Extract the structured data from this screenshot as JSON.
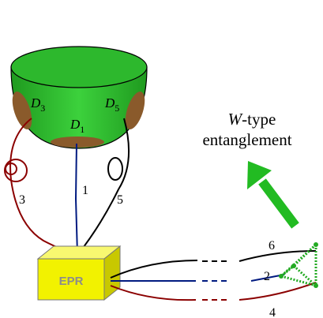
{
  "detectors": {
    "d3": {
      "letter": "D",
      "sub": "3"
    },
    "d1": {
      "letter": "D",
      "sub": "1"
    },
    "d5": {
      "letter": "D",
      "sub": "5"
    }
  },
  "fiber_labels": {
    "f1": "1",
    "f3": "3",
    "f5": "5",
    "f2": "2",
    "f4": "4",
    "f6": "6"
  },
  "box_label": "EPR",
  "caption": {
    "letter": "W",
    "suffix": "-type",
    "line2": "entanglement"
  },
  "colors": {
    "sphere_green": "#2db82d",
    "detector_brown": "#8a5a2b",
    "box_yellow": "#f2f200",
    "fiber_black": "#000000",
    "fiber_blue": "#001a80",
    "fiber_red": "#8b0000",
    "arrow_green": "#22bb22",
    "tetra_green": "#22aa22"
  }
}
